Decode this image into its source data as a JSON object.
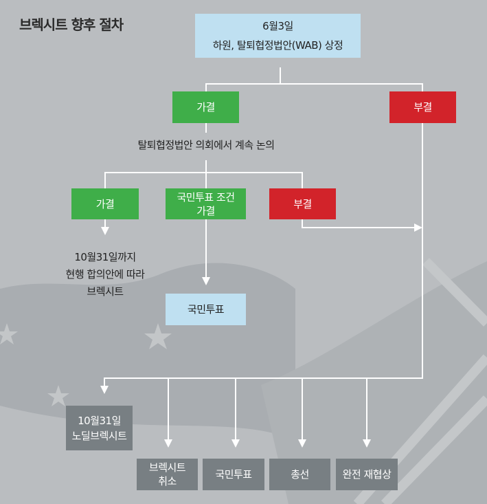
{
  "title": "브렉시트 향후 절차",
  "start": {
    "line1": "6월3일",
    "line2": "하원, 탈퇴협정법안(WAB) 상정"
  },
  "first_vote": {
    "pass": "가결",
    "fail": "부결"
  },
  "continue_text": "탈퇴협정법안 의회에서 계속 논의",
  "second_vote": {
    "pass": "가결",
    "conditional_line1": "국민투표 조건",
    "conditional_line2": "가결",
    "fail": "부결"
  },
  "pass_result": {
    "line1": "10월31일까지",
    "line2": "현행 합의안에 따라",
    "line3": "브렉시트"
  },
  "referendum": "국민투표",
  "outcomes": {
    "no_deal_line1": "10월31일",
    "no_deal_line2": "노딜브렉시트",
    "cancel_line1": "브렉시트",
    "cancel_line2": "취소",
    "referendum": "국민투표",
    "election": "총선",
    "renegotiation": "완전 재협상"
  },
  "colors": {
    "pass": "#3fae49",
    "fail": "#d2232a",
    "info": "#bfe0f1",
    "outcome": "#787f83"
  }
}
